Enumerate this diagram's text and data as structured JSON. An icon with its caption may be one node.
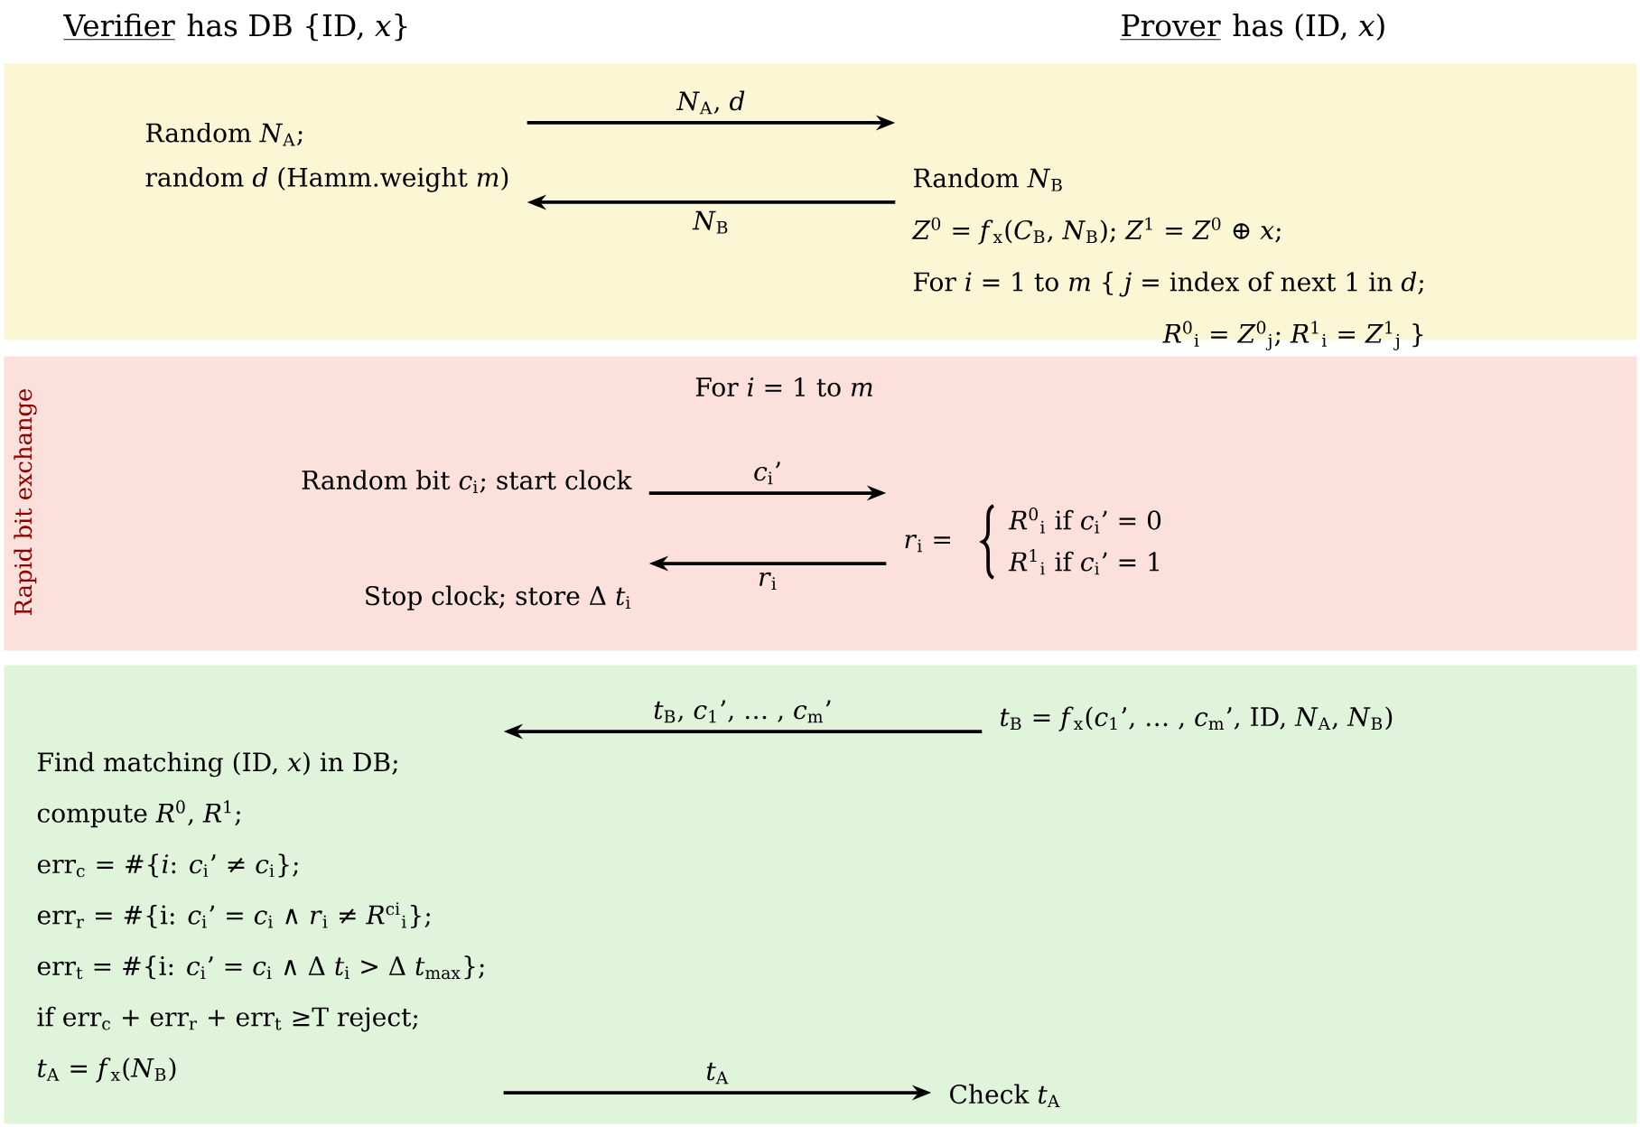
{
  "diagram": {
    "nodes": [
      {
        "text": [],
        "shape": "box"
      },
      {
        "text": [
          "Random *N*$_{A}$;",
          "random *d* (Hamm.weight *m*)"
        ],
        "in": 0
      },
      {
        "text": [
          "Random *N*$_{B}$",
          "*Z*$^{0}$ = *f*$_{x}$(*C*$_{B}$, *N*$_{B}$);  *Z*$^{1}$ = *Z*$^{0}$ ⊕ *x*;",
          "For *i* = 1 to *m* { *j* = index of next 1 in *d*;",
          "*R*$^{0}$$_{i}$ = *Z*$^{0}$$_{j}$;  *R*$^{1}$$_{i}$ = *Z*$^{1}$$_{j}$ }"
        ],
        "in": 0
      },
      {
        "text": [
          "For *i* = 1 to *m*"
        ],
        "beside": [
          "Rapid bit exchange"
        ]
      },
      {
        "text": [
          "Random bit *c*$_{i}$; start clock"
        ],
        "in": 3
      },
      {
        "text": [
          "Stop clock; store Δ *t*$_{i}$"
        ],
        "in": 3
      },
      {
        "text": [
          "*r*$_{i}$ =",
          "*R*$^{0}$$_{i}$  if  *c*$_{i}$’ = 0",
          "*R*$^{1}$$_{i}$  if  *c*$_{i}$’ = 1"
        ],
        "in": 3
      },
      {
        "text": [],
        "shape": "box"
      },
      {
        "text": [
          "Find matching (ID, *x*) in DB;",
          "compute *R*$^{0}$, *R*$^{1}$;",
          "err$_{c}$ = #{*i*: *c*$_{i}$’ ≠ *c*$_{i}$};",
          "err$_{r}$ = #{i: *c*$_{i}$’ = *c*$_{i}$ ∧ *r*$_{i}$ ≠ *R*$^{ci}$$_{i}$};",
          "err$_{t}$ = #{i: *c*$_{i}$’ = *c*$_{i}$ ∧ Δ *t*$_{i}$ > Δ *t*$_{max}$};",
          "if err$_{c}$ + err$_{r}$ + err$_{t}$ ≥T reject;",
          "*t*$_{A}$ = *f*$_{x}$(*N*$_{B}$)"
        ],
        "in": 7
      },
      {
        "text": [
          "*t*$_{B}$ = *f*$_{x}$(*c*$_{1}$’, … , *c*$_{m}$’, ID, *N*$_{A}$, *N*$_{B}$)"
        ],
        "in": 7
      },
      {
        "text": [
          "Check *t*$_{A}$"
        ],
        "in": 7
      }
    ],
    "edges": [
      {
        "from": 1,
        "to": 2,
        "arrow": "to",
        "label": "*N*$_{A}$, *d*"
      },
      {
        "from": 2,
        "to": 1,
        "arrow": "to",
        "label": "*N*$_{B}$"
      },
      {
        "from": 4,
        "to": 6,
        "arrow": "to",
        "label": "*c*$_{i}$’"
      },
      {
        "from": 6,
        "to": 5,
        "arrow": "to",
        "label": "*r*$_{i}$"
      },
      {
        "from": 9,
        "to": 8,
        "arrow": "to",
        "label": "*t*$_{B}$, *c*$_{1}$’, … , *c*$_{m}$’"
      },
      {
        "from": 8,
        "to": 10,
        "arrow": "to",
        "label": "*t*$_{A}$"
      }
    ],
    "labels": [
      "Verifier",
      "has DB {ID, *x*}",
      "Prover",
      "has (ID, *x*)"
    ]
  }
}
